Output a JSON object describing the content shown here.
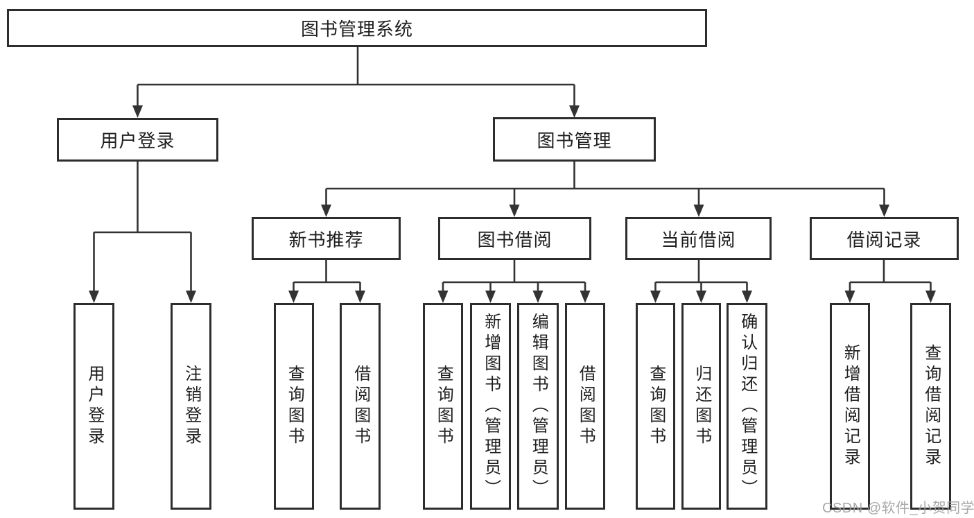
{
  "diagram": {
    "root": {
      "label": "图书管理系统"
    },
    "level2": {
      "user_login": {
        "label": "用户登录"
      },
      "book_management": {
        "label": "图书管理"
      }
    },
    "level3": {
      "new_book_recommend": {
        "label": "新书推荐"
      },
      "book_borrow": {
        "label": "图书借阅"
      },
      "current_borrow": {
        "label": "当前借阅"
      },
      "borrow_records": {
        "label": "借阅记录"
      }
    },
    "leaves": {
      "user_login": {
        "label": "用户登录"
      },
      "logout": {
        "label": "注销登录"
      },
      "nb_query": {
        "label": "查询图书"
      },
      "nb_borrow": {
        "label": "借阅图书"
      },
      "bb_query": {
        "label": "查询图书"
      },
      "bb_add": {
        "label": "新增图书（管理员）"
      },
      "bb_edit": {
        "label": "编辑图书（管理员）"
      },
      "bb_borrow": {
        "label": "借阅图书"
      },
      "cb_query": {
        "label": "查询图书"
      },
      "cb_return": {
        "label": "归还图书"
      },
      "cb_confirm": {
        "label": "确认归还（管理员）"
      },
      "br_add": {
        "label": "新增借阅记录"
      },
      "br_query": {
        "label": "查询借阅记录"
      }
    },
    "hierarchy": {
      "图书管理系统": {
        "用户登录": [
          "用户登录",
          "注销登录"
        ],
        "图书管理": {
          "新书推荐": [
            "查询图书",
            "借阅图书"
          ],
          "图书借阅": [
            "查询图书",
            "新增图书（管理员）",
            "编辑图书（管理员）",
            "借阅图书"
          ],
          "当前借阅": [
            "查询图书",
            "归还图书",
            "确认归还（管理员）"
          ],
          "借阅记录": [
            "新增借阅记录",
            "查询借阅记录"
          ]
        }
      }
    },
    "watermark": "CSDN @软件_小贺同学",
    "colors": {
      "background": "#ffffff",
      "box_border": "#2d2d2d",
      "line": "#333333",
      "text": "#1f1f1f",
      "watermark": "#9e9e9e"
    }
  }
}
